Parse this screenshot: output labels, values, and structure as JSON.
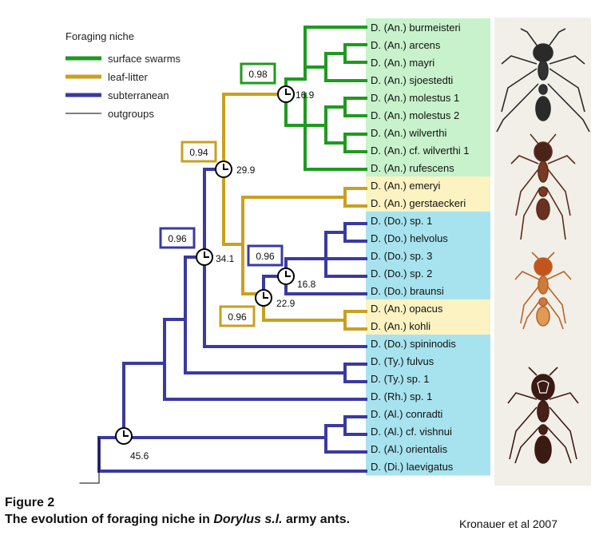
{
  "legend": {
    "title": "Foraging niche",
    "items": [
      {
        "label": "surface swarms",
        "color": "#1f9a1f"
      },
      {
        "label": "leaf-litter",
        "color": "#c9a020"
      },
      {
        "label": "subterranean",
        "color": "#3a3aa0"
      },
      {
        "label": "outgroups",
        "color": "#000000"
      }
    ]
  },
  "colors": {
    "surface": "#1f9a1f",
    "litter": "#c9a020",
    "subterranean": "#3a3aa0",
    "bg_surface": "#c8f2cc",
    "bg_litter": "#fdf3c2",
    "bg_subterranean": "#a7e3ee"
  },
  "taxa": [
    {
      "name": "D. (An.) burmeisteri",
      "niche": "surface"
    },
    {
      "name": "D. (An.) arcens",
      "niche": "surface"
    },
    {
      "name": "D. (An.) mayri",
      "niche": "surface"
    },
    {
      "name": "D. (An.) sjoestedti",
      "niche": "surface"
    },
    {
      "name": "D. (An.) molestus 1",
      "niche": "surface"
    },
    {
      "name": "D. (An.) molestus 2",
      "niche": "surface"
    },
    {
      "name": "D. (An.) wilverthi",
      "niche": "surface"
    },
    {
      "name": "D. (An.) cf. wilverthi 1",
      "niche": "surface"
    },
    {
      "name": "D. (An.) rufescens",
      "niche": "surface"
    },
    {
      "name": "D. (An.) emeryi",
      "niche": "litter"
    },
    {
      "name": "D. (An.) gerstaeckeri",
      "niche": "litter"
    },
    {
      "name": "D. (Do.) sp. 1",
      "niche": "subterranean"
    },
    {
      "name": "D. (Do.) helvolus",
      "niche": "subterranean"
    },
    {
      "name": "D. (Do.) sp. 3",
      "niche": "subterranean"
    },
    {
      "name": "D. (Do.) sp. 2",
      "niche": "subterranean"
    },
    {
      "name": "D. (Do.) braunsi",
      "niche": "subterranean"
    },
    {
      "name": "D. (An.) opacus",
      "niche": "litter"
    },
    {
      "name": "D. (An.) kohli",
      "niche": "litter"
    },
    {
      "name": "D. (Do.) spininodis",
      "niche": "subterranean"
    },
    {
      "name": "D. (Ty.) fulvus",
      "niche": "subterranean"
    },
    {
      "name": "D. (Ty.) sp. 1",
      "niche": "subterranean"
    },
    {
      "name": "D. (Rh.) sp. 1",
      "niche": "subterranean"
    },
    {
      "name": "D. (Al.) conradti",
      "niche": "subterranean"
    },
    {
      "name": "D. (Al.) cf. vishnui",
      "niche": "subterranean"
    },
    {
      "name": "D. (Al.) orientalis",
      "niche": "subterranean"
    },
    {
      "name": "D. (Di.) laevigatus",
      "niche": "subterranean"
    }
  ],
  "node_ages": [
    "16.9",
    "29.9",
    "34.1",
    "16.8",
    "22.9",
    "45.6"
  ],
  "support_values": [
    "0.98",
    "0.94",
    "0.96",
    "0.96",
    "0.96"
  ],
  "caption": {
    "figure_label": "Figure 2",
    "title_before": "The evolution of foraging niche in ",
    "title_italic": "Dorylus s.l.",
    "title_after": " army ants.",
    "credit": "Kronauer et al 2007"
  }
}
